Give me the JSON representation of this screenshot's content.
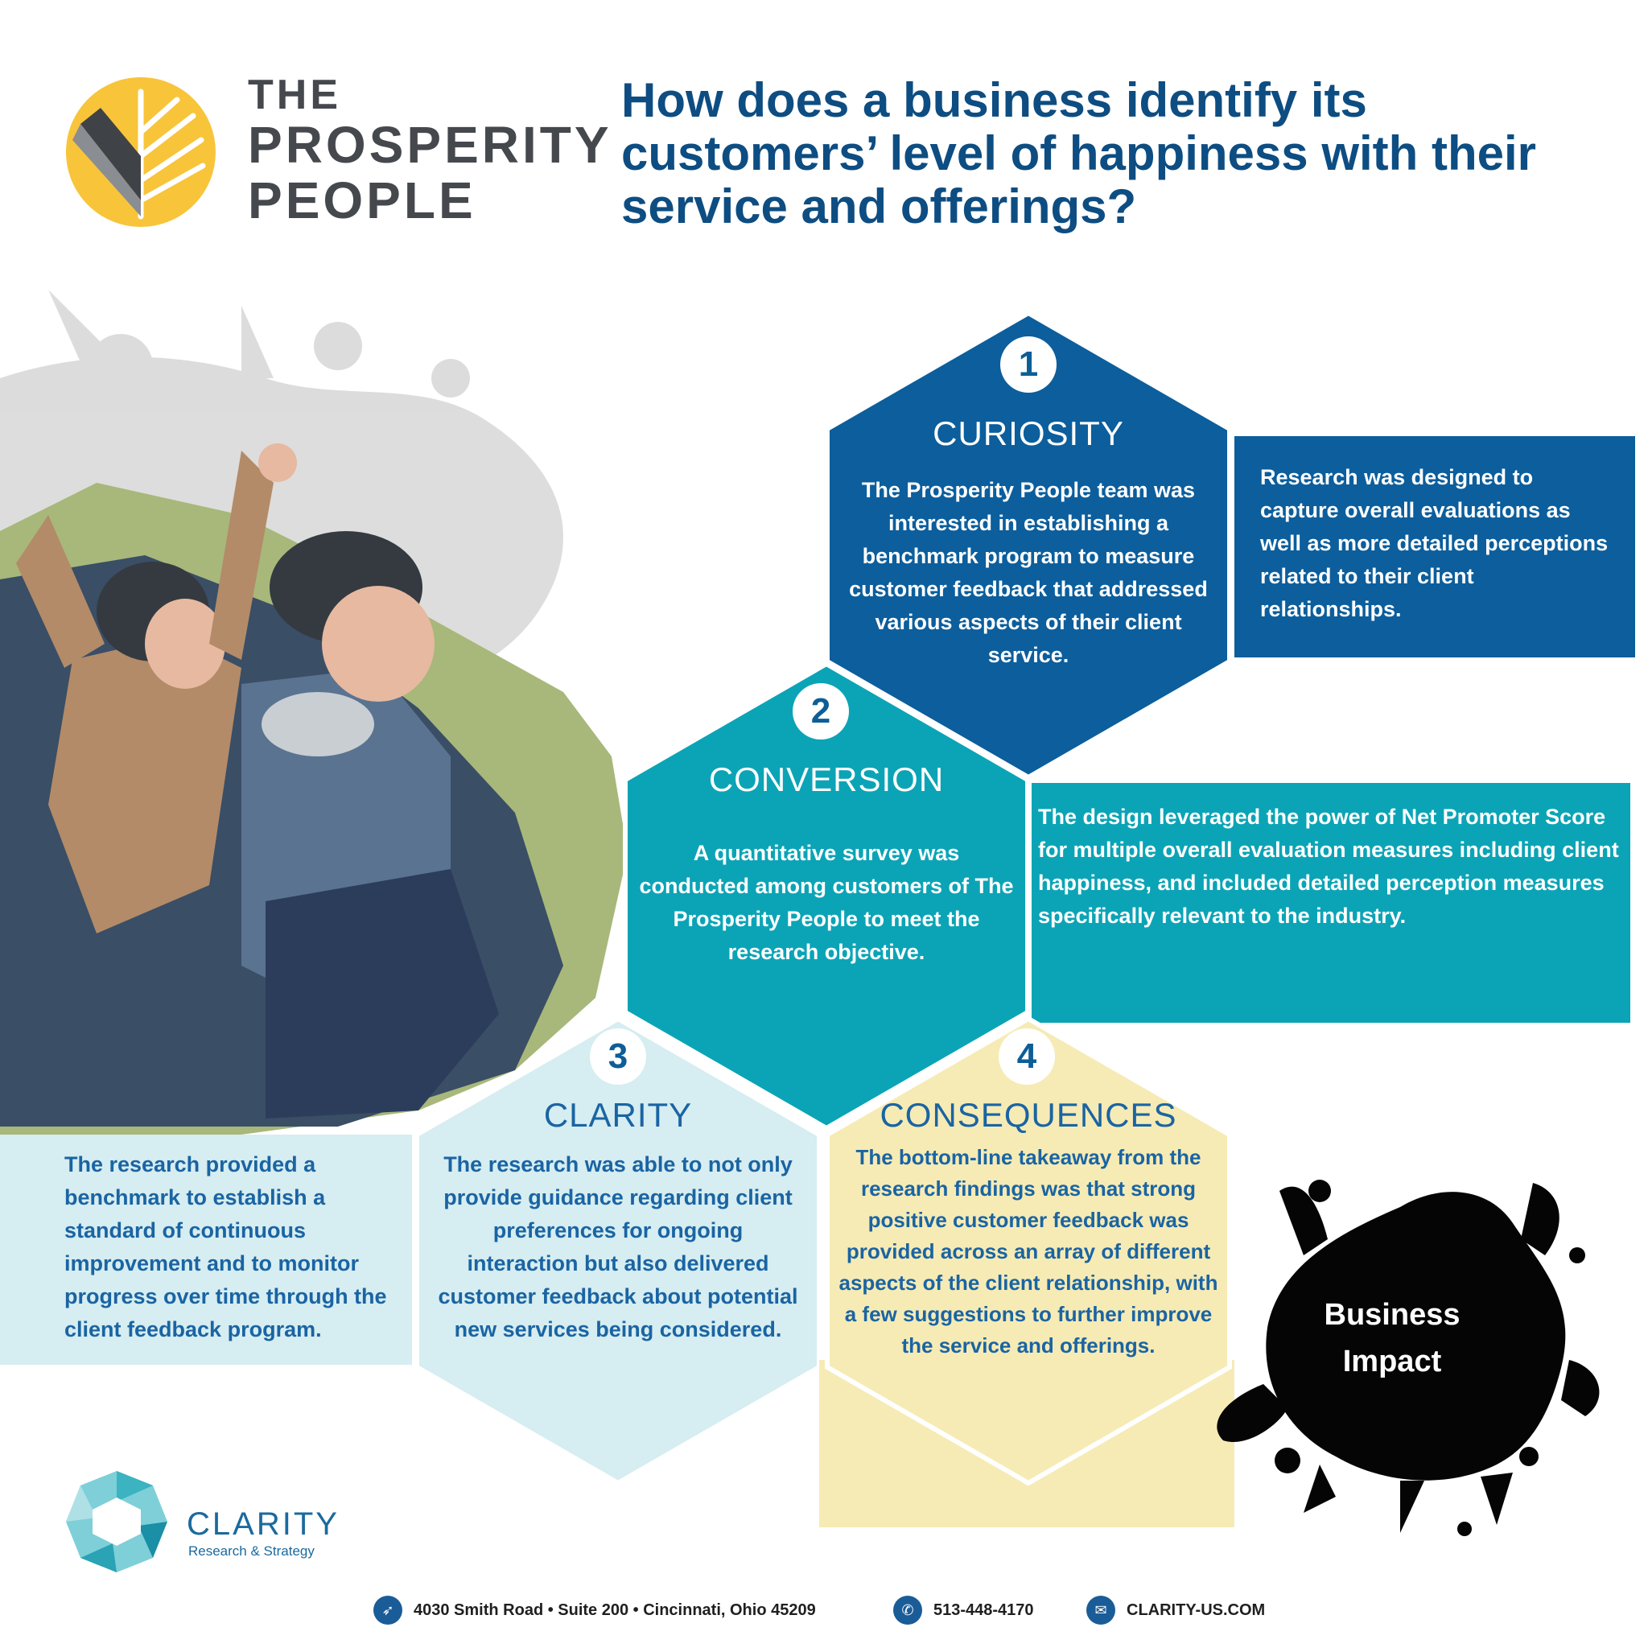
{
  "brand": {
    "line1": "THE",
    "line2": "PROSPERITY",
    "line3": "PEOPLE"
  },
  "headline": "How does a business identify its customers’ level of happiness with their service and offerings?",
  "steps": [
    {
      "number": "1",
      "title": "CURIOSITY",
      "body": "The Prosperity People team was interested in establishing a benchmark program to measure customer feedback that addressed various aspects of their client service.",
      "side": "Research was designed to capture overall evaluations as well as more detailed perceptions related to their client relationships."
    },
    {
      "number": "2",
      "title": "CONVERSION",
      "body": "A quantitative survey was conducted among customers of The Prosperity People to meet the research objective.",
      "side": "The design leveraged the power of Net Promoter Score for multiple overall evaluation measures including client happiness, and included detailed perception measures specifically relevant to the industry."
    },
    {
      "number": "3",
      "title": "CLARITY",
      "body": "The research was able to not only provide guidance regarding client preferences for ongoing interaction but also delivered customer feedback about potential new services being considered.",
      "side": "The research provided a benchmark to establish a standard of continuous improvement and to monitor progress over time through the client feedback program."
    },
    {
      "number": "4",
      "title": "CONSEQUENCES",
      "body": "The bottom-line takeaway from the research findings was that strong positive customer feedback was provided across an array of different aspects of the client relationship, with a few suggestions to further improve the service and offerings."
    }
  ],
  "impact": {
    "line1": "Business",
    "line2": "Impact"
  },
  "clarity_logo": {
    "name": "CLARITY",
    "subtitle": "Research & Strategy"
  },
  "footer": {
    "address": "4030 Smith Road • Suite 200 • Cincinnati, Ohio 45209",
    "phone": "513-448-4170",
    "web": "CLARITY-US.COM"
  },
  "icons": {
    "brand": "leaf-sun-logo-icon",
    "clarity": "gem-logo-icon",
    "address": "compass-icon",
    "phone": "phone-icon",
    "web": "envelope-icon",
    "impact": "ink-splat-icon"
  },
  "colors": {
    "navy": "#0d4d82",
    "hex1": "#0c5e9c",
    "hex2": "#0ba4b6",
    "hex3": "#d6edf1",
    "hex4": "#f6ebb5",
    "text_blue": "#1a64a3",
    "brand_yellow": "#f8c43a"
  }
}
